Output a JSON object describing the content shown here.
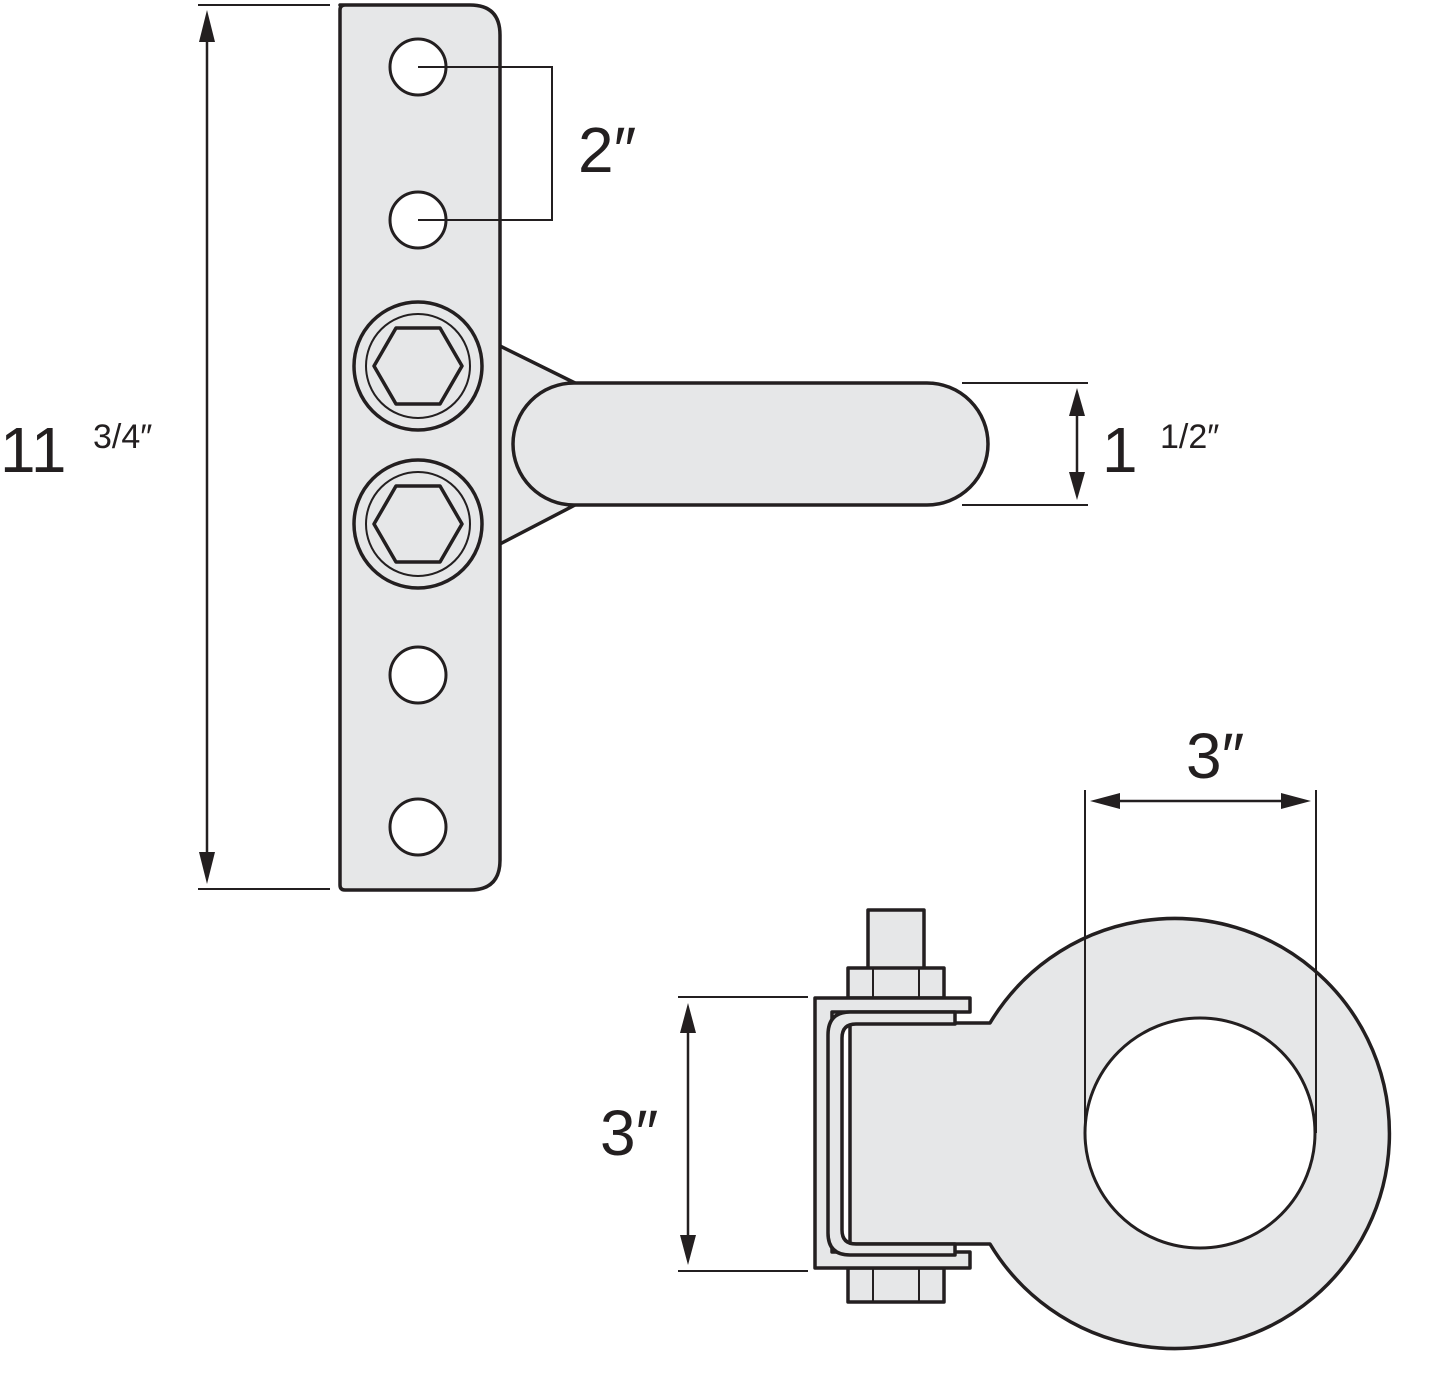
{
  "dimensions": {
    "overall_height": {
      "whole": "11",
      "fraction": "3/4″"
    },
    "hole_spacing": "2″",
    "shank_diameter": {
      "whole": "1",
      "fraction": "1/2″"
    },
    "ring_inner_diameter": "3″",
    "clamp_height": "3″"
  },
  "colors": {
    "part_fill": "#e6e7e8",
    "outline": "#231f20",
    "background": "#ffffff"
  }
}
